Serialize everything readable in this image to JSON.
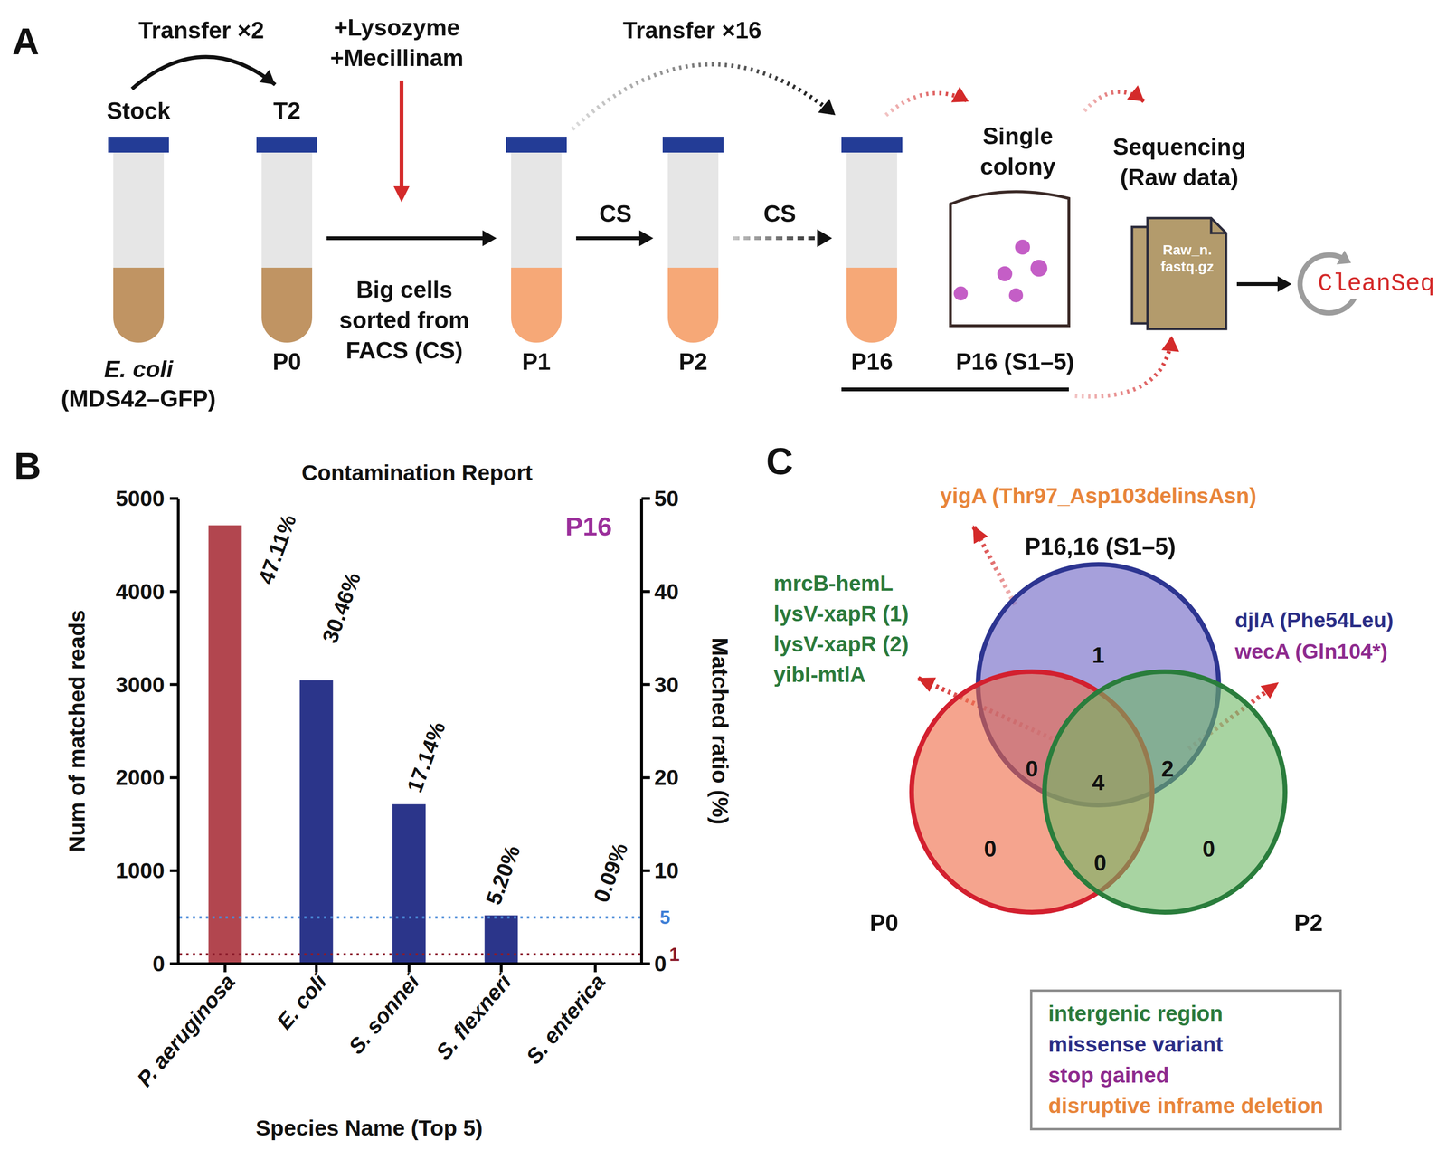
{
  "diagram": {
    "nodes": [
      {
        "text": [
          "Stock",
          "E. coli",
          "(MDS42–GFP)"
        ]
      },
      {
        "text": [
          "T2",
          "P0"
        ]
      },
      {
        "text": [
          "P1"
        ]
      },
      {
        "text": [
          "P2"
        ]
      },
      {
        "text": [
          "P16"
        ]
      },
      {
        "text": [
          "Single colony",
          "P16 (S1–5)"
        ]
      },
      {
        "text": [
          "Sequencing (Raw data)",
          "Raw_n. fastq.gz"
        ]
      },
      {
        "text": [
          "CleanSeq"
        ]
      },
      {
        "text": [
          "P16,16 (S1–5)",
          "1"
        ]
      },
      {
        "text": [
          "P0",
          "0"
        ]
      },
      {
        "text": [
          "P2",
          "0"
        ]
      }
    ],
    "edges": [
      {
        "from": 0,
        "to": 1,
        "arrow": "to",
        "label": "Transfer ×2"
      },
      {
        "from": 1,
        "to": 2,
        "arrow": "to",
        "label": "Big cells sorted from FACS (CS)"
      },
      {
        "from": 2,
        "to": 3,
        "arrow": "to",
        "label": "CS"
      },
      {
        "from": 3,
        "to": 4,
        "arrow": "to",
        "label": "CS"
      },
      {
        "from": 2,
        "to": 4,
        "arrow": "to",
        "label": "Transfer ×16"
      },
      {
        "from": 4,
        "to": 5,
        "arrow": "to"
      },
      {
        "from": 5,
        "to": 6,
        "arrow": "to"
      },
      {
        "from": 4,
        "to": 6,
        "arrow": "to"
      },
      {
        "from": 6,
        "to": 7,
        "arrow": "to"
      }
    ],
    "labels": [
      "A",
      "+Lysozyme +Mecillinam",
      "B",
      "Contamination Report",
      "P16",
      "5000",
      "4000",
      "3000",
      "2000",
      "1000",
      "0",
      "50",
      "40",
      "30",
      "20",
      "10",
      "0",
      "5",
      "1",
      "Num of matched reads",
      "Matched ratio (%)",
      "47.11%",
      "30.46%",
      "17.14%",
      "5.20%",
      "0.09%",
      "P. aeruginosa",
      "E. coli",
      "S. sonnei",
      "S. flexneri",
      "S. enterica",
      "Species Name (Top 5)",
      "C",
      "yigA (Thr97_Asp103delinsAsn)",
      "mrcB-hemL",
      "lysV-xapR (1)",
      "lysV-xapR (2)",
      "yibI-mtlA",
      "djlA (Phe54Leu)",
      "wecA (Gln104*)",
      "0",
      "4",
      "2",
      "0"
    ],
    "legend": [
      {
        "text": "intergenic region",
        "color": "#2b7a3b"
      },
      {
        "text": "missense variant",
        "color": "#2a2d86"
      },
      {
        "text": "stop gained",
        "color": "#8e2a8e"
      },
      {
        "text": "disruptive inframe deletion",
        "color": "#e8853a"
      }
    ]
  }
}
